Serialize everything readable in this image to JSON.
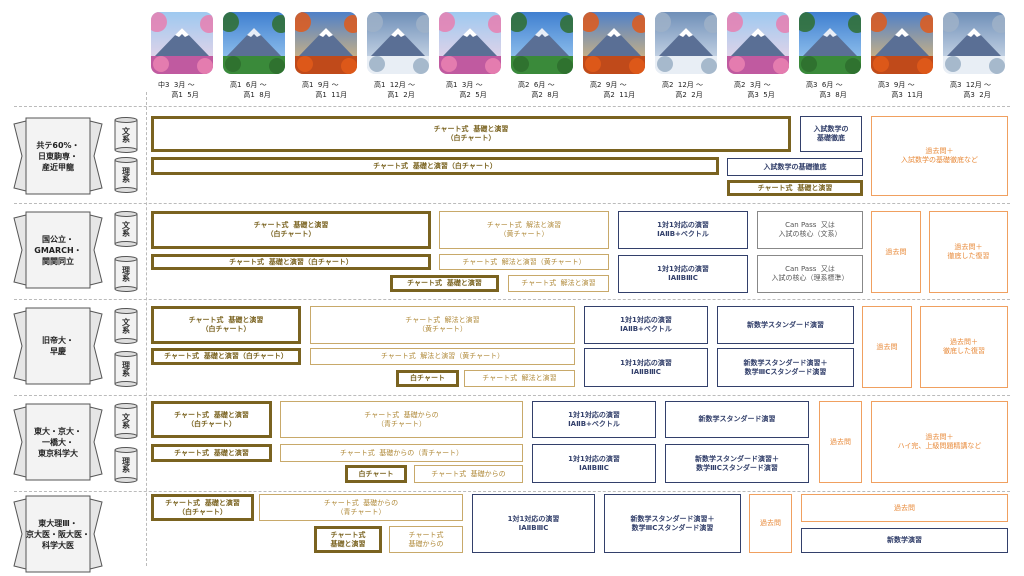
{
  "periods": [
    {
      "label": "中3  3月 〜\n      高1  5月",
      "scene": "spring"
    },
    {
      "label": "高1  6月 〜\n      高1  8月",
      "scene": "summer"
    },
    {
      "label": "高1  9月 〜\n      高1  11月",
      "scene": "autumn"
    },
    {
      "label": "高1  12月 〜\n      高1  2月",
      "scene": "winter"
    },
    {
      "label": "高1  3月 〜\n      高2  5月",
      "scene": "spring"
    },
    {
      "label": "高2  6月 〜\n      高2  8月",
      "scene": "summer"
    },
    {
      "label": "高2  9月 〜\n      高2  11月",
      "scene": "autumn"
    },
    {
      "label": "高2  12月 〜\n      高2  2月",
      "scene": "winter"
    },
    {
      "label": "高2  3月 〜\n      高3  5月",
      "scene": "spring"
    },
    {
      "label": "高3  6月 〜\n      高3  8月",
      "scene": "summer"
    },
    {
      "label": "高3  9月 〜\n      高3  11月",
      "scene": "autumn"
    },
    {
      "label": "高3  12月 〜\n      高3  2月",
      "scene": "winter"
    }
  ],
  "levels": [
    {
      "name": "共テ60%・\n日東駒専・\n産近甲龍"
    },
    {
      "name": "国公立・\nGMARCH・\n関関同立"
    },
    {
      "name": "旧帝大・\n早慶"
    },
    {
      "name": "東大・京大・\n一橋大・\n東京科学大"
    },
    {
      "name": "東大理Ⅲ・\n京大医・阪大医・\n科学大医"
    }
  ],
  "categories": {
    "bunkei": "文系",
    "rikei": "理系"
  },
  "colors": {
    "white_chart": "#7a6320",
    "yellow_chart": "#c8a96a",
    "advanced": "#33406b",
    "past_exam": "#f0a060"
  },
  "boxes": [
    {
      "t": "チャート式  基礎と演習\n（白チャート）"
    },
    {
      "t": "入試数学の\n基礎徹底"
    },
    {
      "t": "過去問＋\n入試数学の基礎徹底など"
    },
    {
      "t": "チャート式  基礎と演習（白チャート）"
    },
    {
      "t": "入試数学の基礎徹底"
    },
    {
      "t": "チャート式  基礎と演習"
    },
    {
      "t": "チャート式  基礎と演習\n（白チャート）"
    },
    {
      "t": "チャート式  解法と演習\n（黄チャート）"
    },
    {
      "t": "1対1対応の演習\nⅠAⅡB+ベクトル"
    },
    {
      "t": "Can Pass  又は\n入試の核心（文系）"
    },
    {
      "t": "過去問"
    },
    {
      "t": "過去問＋\n徹底した復習"
    },
    {
      "t": "チャート式  基礎と演習（白チャート）"
    },
    {
      "t": "チャート式  解法と演習（黄チャート）"
    },
    {
      "t": "チャート式  基礎と演習"
    },
    {
      "t": "チャート式  解法と演習"
    },
    {
      "t": "1対1対応の演習\nⅠAⅡBⅢC"
    },
    {
      "t": "Can Pass  又は\n入試の核心（理系標準）"
    },
    {
      "t": "チャート式  基礎と演習\n（白チャート）"
    },
    {
      "t": "チャート式  解法と演習\n（黄チャート）"
    },
    {
      "t": "1対1対応の演習\nⅠAⅡB+ベクトル"
    },
    {
      "t": "新数学スタンダード演習"
    },
    {
      "t": "過去問"
    },
    {
      "t": "過去問＋\n徹底した復習"
    },
    {
      "t": "チャート式  基礎と演習（白チャート）"
    },
    {
      "t": "チャート式  解法と演習（黄チャート）"
    },
    {
      "t": "白チャート"
    },
    {
      "t": "チャート式  解法と演習"
    },
    {
      "t": "1対1対応の演習\nⅠAⅡBⅢC"
    },
    {
      "t": "新数学スタンダード演習＋\n数学ⅢCスタンダード演習"
    },
    {
      "t": "チャート式  基礎と演習\n（白チャート）"
    },
    {
      "t": "チャート式  基礎からの\n（青チャート）"
    },
    {
      "t": "1対1対応の演習\nⅠAⅡB+ベクトル"
    },
    {
      "t": "新数学スタンダード演習"
    },
    {
      "t": "過去問"
    },
    {
      "t": "過去問＋\nハイ完、上級問題精講など"
    },
    {
      "t": "チャート式  基礎と演習"
    },
    {
      "t": "チャート式  基礎からの（青チャート）"
    },
    {
      "t": "白チャート"
    },
    {
      "t": "チャート式  基礎からの"
    },
    {
      "t": "1対1対応の演習\nⅠAⅡBⅢC"
    },
    {
      "t": "新数学スタンダード演習＋\n数学ⅢCスタンダード演習"
    },
    {
      "t": "チャート式  基礎と演習\n（白チャート）"
    },
    {
      "t": "チャート式  基礎からの\n（青チャート）"
    },
    {
      "t": "1対1対応の演習\nⅠAⅡBⅢC"
    },
    {
      "t": "新数学スタンダード演習＋\n数学ⅢCスタンダード演習"
    },
    {
      "t": "過去問"
    },
    {
      "t": "過去問"
    },
    {
      "t": "チャート式\n基礎と演習"
    },
    {
      "t": "チャート式\n基礎からの"
    },
    {
      "t": "新数学演習"
    }
  ]
}
